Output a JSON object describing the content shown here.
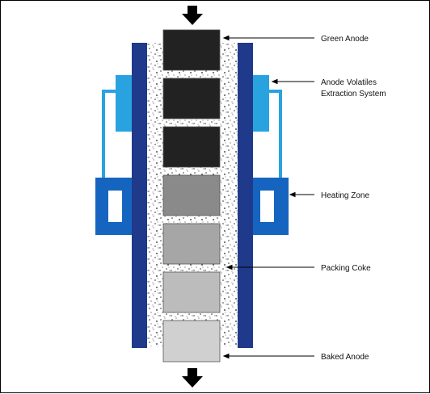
{
  "labels": {
    "green_anode": "Green Anode",
    "volatiles_line1": "Anode Volatiles",
    "volatiles_line2": "Extraction System",
    "heating_zone": "Heating Zone",
    "packing_coke": "Packing Coke",
    "baked_anode": "Baked Anode"
  },
  "colors": {
    "wall_dark_blue": "#1f3a8a",
    "heating_blue": "#1565c0",
    "volatiles_light_blue": "#29a3e0",
    "green_anode": "#222222",
    "baked_anode": "#d0d0d0",
    "packing_coke_bg": "#ffffff",
    "arrow": "#000000"
  },
  "anode_shades": [
    "#222222",
    "#222222",
    "#222222",
    "#8a8a8a",
    "#a6a6a6",
    "#bcbcbc",
    "#d0d0d0"
  ]
}
